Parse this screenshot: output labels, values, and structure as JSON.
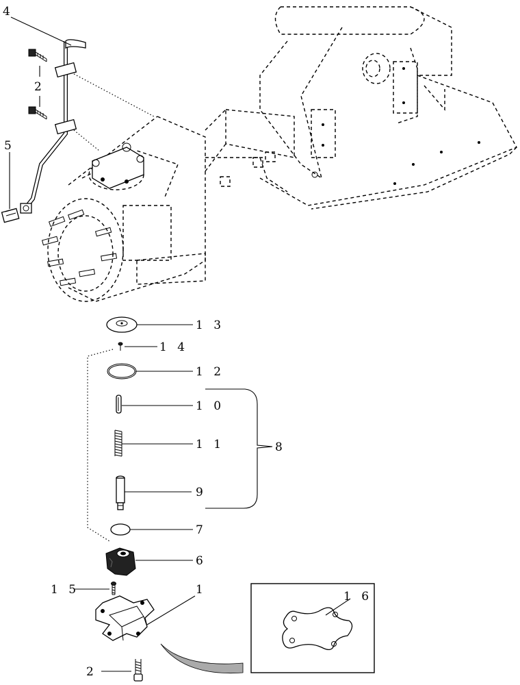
{
  "diagram": {
    "callouts": [
      "4",
      "2",
      "5",
      "1 3",
      "1 4",
      "1 2",
      "1 0",
      "1 1",
      "8",
      "9",
      "7",
      "6",
      "1 5",
      "1",
      "2",
      "1 6"
    ]
  }
}
